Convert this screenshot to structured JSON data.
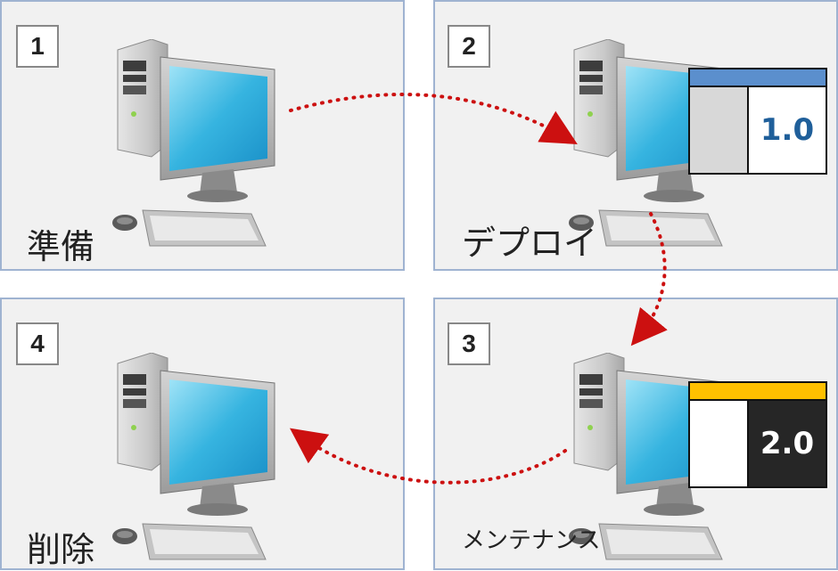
{
  "steps": [
    {
      "number": "1",
      "label": "準備"
    },
    {
      "number": "2",
      "label": "デプロイ"
    },
    {
      "number": "3",
      "label": "メンテナンス"
    },
    {
      "number": "4",
      "label": "削除"
    }
  ],
  "versions": {
    "deploy": {
      "value": "1.0",
      "bar_color": "#5b8fcd",
      "text_color": "#1f5f9a",
      "left_fill": "#d8d8d8",
      "right_fill": "#ffffff"
    },
    "maintenance": {
      "value": "2.0",
      "bar_color": "#ffc000",
      "text_color": "#ffffff",
      "left_fill": "#ffffff",
      "right_fill": "#262626"
    }
  },
  "colors": {
    "arrow": "#cc1010",
    "panel_border": "#9fb3d1",
    "panel_fill": "#f1f1f1"
  },
  "icons": {
    "computer": "desktop-computer-icon"
  }
}
